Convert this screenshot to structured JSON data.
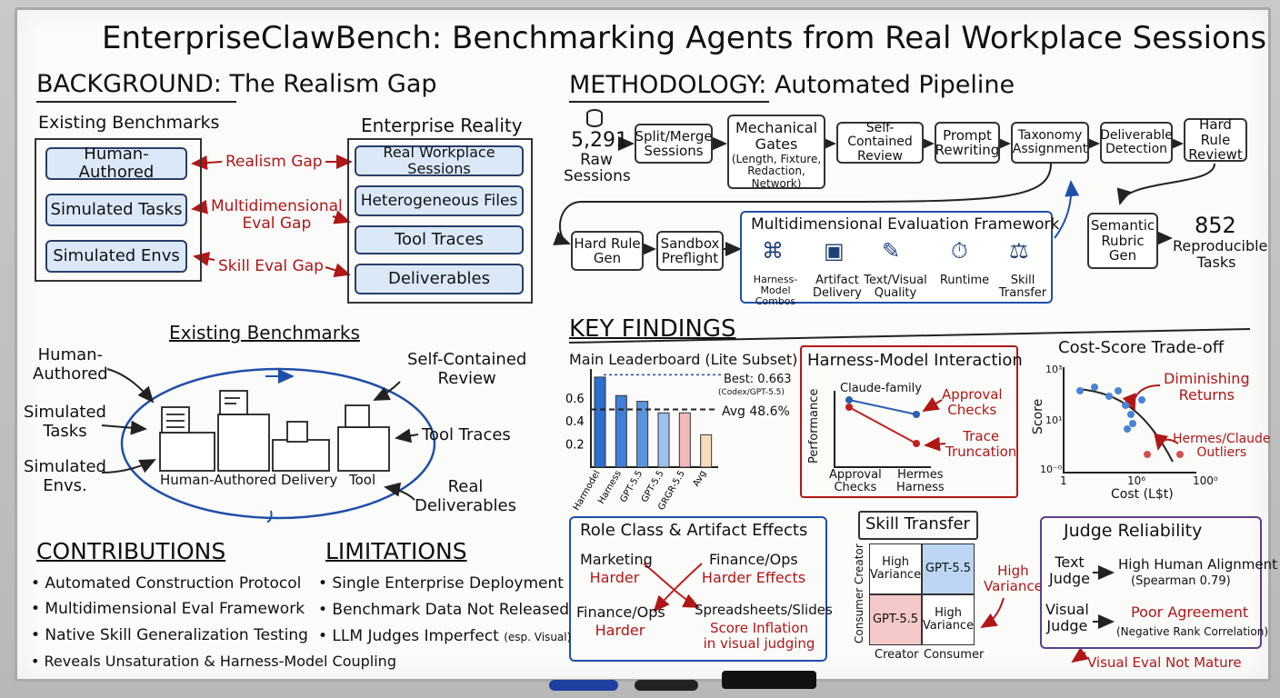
{
  "title": "EnterpriseClawBench: Benchmarking Agents from Real Workplace Sessions",
  "background": {
    "heading_key": "BACKGROUND",
    "heading_rest": ": The Realism Gap",
    "left_title": "Existing Benchmarks",
    "right_title": "Enterprise Reality",
    "left_items": [
      "Human-Authored",
      "Simulated Tasks",
      "Simulated Envs"
    ],
    "right_items": [
      "Real Workplace Sessions",
      "Heterogeneous Files",
      "Tool Traces",
      "Deliverables"
    ],
    "gaps": [
      "Realism Gap",
      "Multidimensional\nEval Gap",
      "Skill Eval Gap"
    ]
  },
  "existing": {
    "title": "Existing Benchmarks",
    "left_labels": [
      "Human-\nAuthored",
      "Simulated\nTasks",
      "Simulated\nEnvs."
    ],
    "right_labels": [
      "Self-Contained\nReview",
      "Tool Traces",
      "Real\nDeliverables"
    ],
    "inner_labels": [
      "Human-Authored",
      "Delivery",
      "Tool"
    ]
  },
  "methodology": {
    "heading_key": "METHODOLOGY",
    "heading_rest": ": Automated Pipeline",
    "raw_count": "5,291",
    "raw_label": "Raw\nSessions",
    "steps": [
      "Split/Merge\nSessions",
      "Mechanical\nGates",
      "Self-Contained\nReview",
      "Prompt\nRewriting",
      "Taxonomy\nAssignment",
      "Deliverable\nDetection",
      "Hard Rule\nReviewt"
    ],
    "gates_note": "(Length, Fixture,\nRedaction, Network)",
    "row2": [
      "Hard Rule\nGen",
      "Sandbox\nPreflight"
    ],
    "framework_title": "Multidimensional Evaluation Framework",
    "framework_items": [
      "Harness-Model\nCombos",
      "Artifact\nDelivery",
      "Text/Visual\nQuality",
      "Runtime",
      "Skill\nTransfer"
    ],
    "framework_icons": [
      "network-icon",
      "box-icon",
      "edit-document-icon",
      "stopwatch-icon",
      "scales-icon"
    ],
    "rubric": "Semantic\nRubric\nGen",
    "final_count": "852",
    "final_label": "Reproducible\nTasks"
  },
  "key_findings": {
    "heading": "KEY FINDINGS",
    "leaderboard": {
      "title": "Main Leaderboard (Lite Subset)",
      "best_label": "Best: 0.663",
      "best_sub": "(Codex/GPT-5.5)",
      "avg_label": "Avg 48.6%"
    },
    "harness": {
      "title": "Harness-Model Interaction",
      "ylabel": "Performance",
      "xlabels": [
        "Approval\nChecks",
        "Hermes\nHarness"
      ],
      "series_label": "Claude-family",
      "notes": [
        "Approval\nChecks",
        "Trace\nTruncation"
      ]
    },
    "cost": {
      "title": "Cost-Score Trade-off",
      "ylabel": "Score",
      "xlabel": "Cost (L$t)",
      "yticks": [
        "10³",
        "10¹",
        "10⁻⁰"
      ],
      "xticks": [
        "1",
        "10⁶",
        "100⁰"
      ],
      "notes": [
        "Diminishing\nReturns",
        "Hermes/Claude\nOutliers"
      ]
    }
  },
  "chart_data": {
    "type": "bar",
    "title": "Main Leaderboard (Lite Subset)",
    "categories": [
      "Harmodel",
      "Harness",
      "GPT-5.5",
      "GPT-5.5",
      "GRGR-5.5",
      "Avg"
    ],
    "values": [
      0.78,
      0.62,
      0.57,
      0.47,
      0.47,
      0.28
    ],
    "colors": [
      "#2d6fd0",
      "#3f7fd6",
      "#5b95de",
      "#9cc1ec",
      "#f2b9b9",
      "#f6dcb9"
    ],
    "yticks": [
      "0.2",
      "0.4",
      "0.6"
    ],
    "ylim": [
      0,
      0.85
    ],
    "best_line": 0.8,
    "avg_line": 0.5,
    "grid": false
  },
  "role": {
    "title": "Role Class & Artifact Effects",
    "items": [
      "Marketing",
      "Harder",
      "Finance/Ops",
      "Harder Effects",
      "Finance/Ops",
      "Harder",
      "Spreadsheets/Slides",
      "Score Inflation\nin visual judging"
    ]
  },
  "skill": {
    "title": "Skill Transfer",
    "cells": [
      "High\nVariance",
      "GPT-5.5",
      "GPT-5.5",
      "High\nVariance"
    ],
    "row_axis": "Consumer  Creator",
    "col_labels": [
      "Creator",
      "Consumer"
    ],
    "note": "High\nVariance"
  },
  "judge": {
    "title": "Judge Reliability",
    "text_judge": "Text\nJudge",
    "text_result": "High Human Alignment",
    "text_sub": "(Spearman 0.79)",
    "visual_judge": "Visual\nJudge",
    "visual_result": "Poor Agreement",
    "visual_sub": "(Negative Rank Correlation)",
    "footer": "Visual Eval Not Mature"
  },
  "contributions": {
    "heading": "CONTRIBUTIONS",
    "items": [
      "• Automated Construction Protocol",
      "• Multidimensional Eval Framework",
      "• Native Skill Generalization Testing",
      "• Reveals Unsaturation & Harness-Model Coupling"
    ]
  },
  "limitations": {
    "heading": "LIMITATIONS",
    "items": [
      "• Single Enterprise Deployment",
      "• Benchmark Data Not Released",
      "• LLM Judges Imperfect"
    ],
    "note": "(esp. Visual)"
  }
}
